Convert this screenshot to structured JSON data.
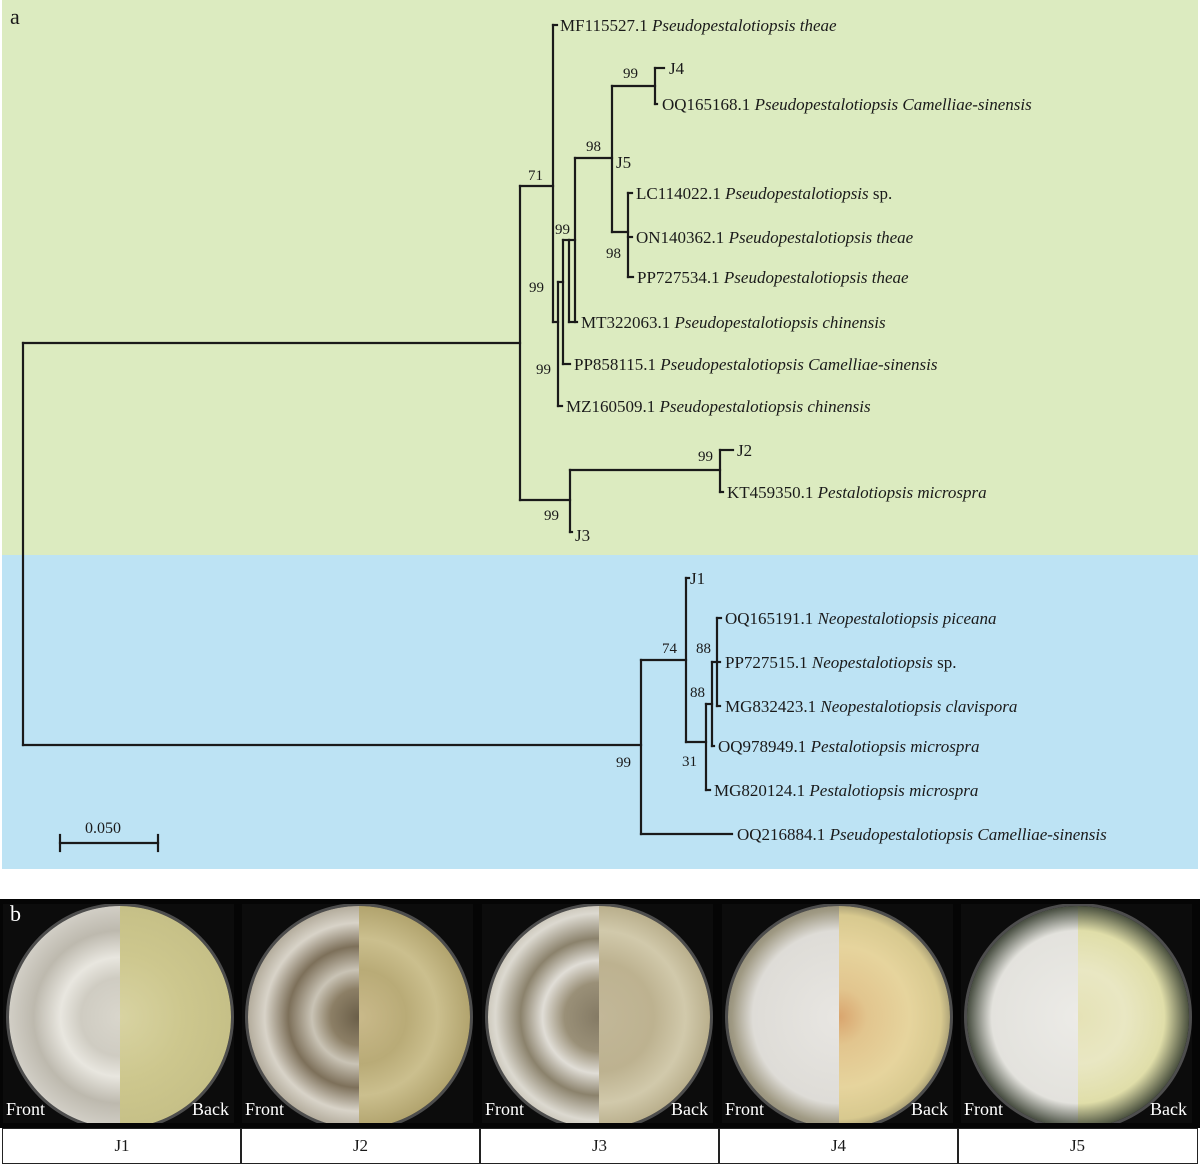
{
  "figure": {
    "panel_a_label": "a",
    "panel_b_label": "b",
    "colors": {
      "clade_top_bg": "#dcebc0",
      "clade_bottom_bg": "#bde3f4",
      "line": "#1a1a1a"
    }
  },
  "tree": {
    "leaves": [
      {
        "acc": "MF115527.1",
        "genus": "Pseudopestalotiopsis",
        "epithet": "theae"
      },
      {
        "acc": "J4",
        "genus": "",
        "epithet": ""
      },
      {
        "acc": "OQ165168.1",
        "genus": "Pseudopestalotiopsis",
        "epithet": "Camelliae-sinensis"
      },
      {
        "acc": "J5",
        "genus": "",
        "epithet": ""
      },
      {
        "acc": "LC114022.1",
        "genus": "Pseudopestalotiopsis",
        "epithet": "sp."
      },
      {
        "acc": "ON140362.1",
        "genus": "Pseudopestalotiopsis",
        "epithet": "theae"
      },
      {
        "acc": "PP727534.1",
        "genus": "Pseudopestalotiopsis",
        "epithet": "theae"
      },
      {
        "acc": "MT322063.1",
        "genus": "Pseudopestalotiopsis",
        "epithet": "chinensis"
      },
      {
        "acc": "PP858115.1",
        "genus": "Pseudopestalotiopsis",
        "epithet": "Camelliae-sinensis"
      },
      {
        "acc": "MZ160509.1",
        "genus": "Pseudopestalotiopsis",
        "epithet": "chinensis"
      },
      {
        "acc": "J2",
        "genus": "",
        "epithet": ""
      },
      {
        "acc": "KT459350.1",
        "genus": "Pestalotiopsis",
        "epithet": "microspra"
      },
      {
        "acc": "J3",
        "genus": "",
        "epithet": ""
      },
      {
        "acc": "J1",
        "genus": "",
        "epithet": ""
      },
      {
        "acc": "OQ165191.1",
        "genus": "Neopestalotiopsis",
        "epithet": "piceana"
      },
      {
        "acc": "PP727515.1",
        "genus": "Neopestalotiopsis",
        "epithet": "sp."
      },
      {
        "acc": "MG832423.1",
        "genus": "Neopestalotiopsis",
        "epithet": "clavispora"
      },
      {
        "acc": "OQ978949.1",
        "genus": "Pestalotiopsis",
        "epithet": "microspra"
      },
      {
        "acc": "MG820124.1",
        "genus": "Pestalotiopsis",
        "epithet": "microspra"
      },
      {
        "acc": "OQ216884.1",
        "genus": "Pseudopestalotiopsis",
        "epithet": "Camelliae-sinensis"
      }
    ],
    "bootstrap": [
      "99",
      "98",
      "98",
      "71",
      "99",
      "99",
      "99",
      "99",
      "99",
      "74",
      "88",
      "88",
      "31",
      "99"
    ],
    "scale_bar_label": "0.050"
  },
  "plates": {
    "front_label": "Front",
    "back_label": "Back",
    "isolates": [
      "J1",
      "J2",
      "J3",
      "J4",
      "J5"
    ]
  }
}
